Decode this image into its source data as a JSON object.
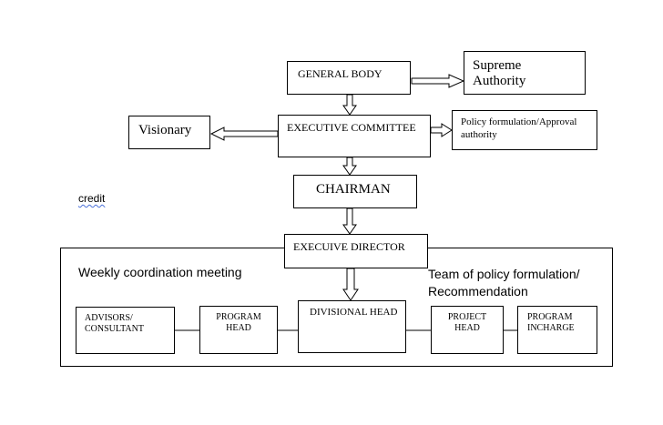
{
  "nodes": {
    "general_body": "GENERAL BODY",
    "supreme_authority": "Supreme Authority",
    "executive_committee": "EXECUTIVE COMMITTEE",
    "visionary": "Visionary",
    "policy_formulation": "Policy formulation/Approval authority",
    "chairman": "CHAIRMAN",
    "executive_director": "EXECUIVE DIRECTOR",
    "advisors": "ADVISORS/ CONSULTANT",
    "program_head": "PROGRAM HEAD",
    "divisional_head": "DIVISIONAL HEAD",
    "project_head": "PROJECT HEAD",
    "program_incharge": "PROGRAM INCHARGE"
  },
  "labels": {
    "credit": "credit",
    "weekly_meeting": "Weekly coordination meeting",
    "policy_team": "Team of policy formulation/ Recommendation"
  }
}
